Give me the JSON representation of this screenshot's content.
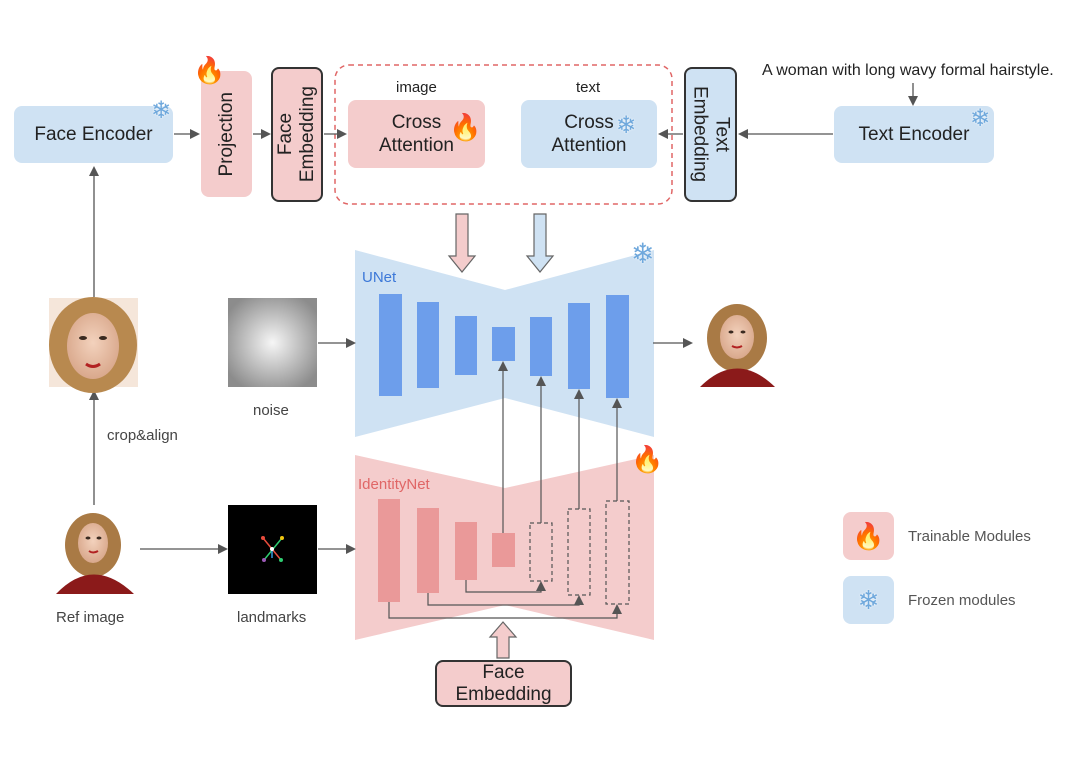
{
  "prompt_text": "A woman with long wavy formal hairstyle.",
  "modules": {
    "face_encoder": "Face Encoder",
    "projection": "Projection",
    "face_embedding_top": "Face\nEmbedding",
    "cross_attention_image": "Cross\nAttention",
    "cross_attention_text": "Cross\nAttention",
    "text_embedding": "Text\nEmbedding",
    "text_encoder": "Text Encoder",
    "face_embedding_bottom": "Face\nEmbedding"
  },
  "labels": {
    "image": "image",
    "text": "text",
    "unet": "UNet",
    "identitynet": "IdentityNet",
    "noise": "noise",
    "crop_align": "crop&align",
    "ref_image": "Ref image",
    "landmarks": "landmarks"
  },
  "legend": [
    {
      "label": "Trainable Modules",
      "icon": "fire-icon"
    },
    {
      "label": "Frozen modules",
      "icon": "snowflake-icon"
    }
  ],
  "colors": {
    "trainable": "#f4cccc",
    "frozen": "#cfe2f3",
    "unet_bars": "#6d9eeb",
    "identity_bars": "#ea9999",
    "unet_label": "#3c78d8",
    "identity_label": "#e06666"
  }
}
